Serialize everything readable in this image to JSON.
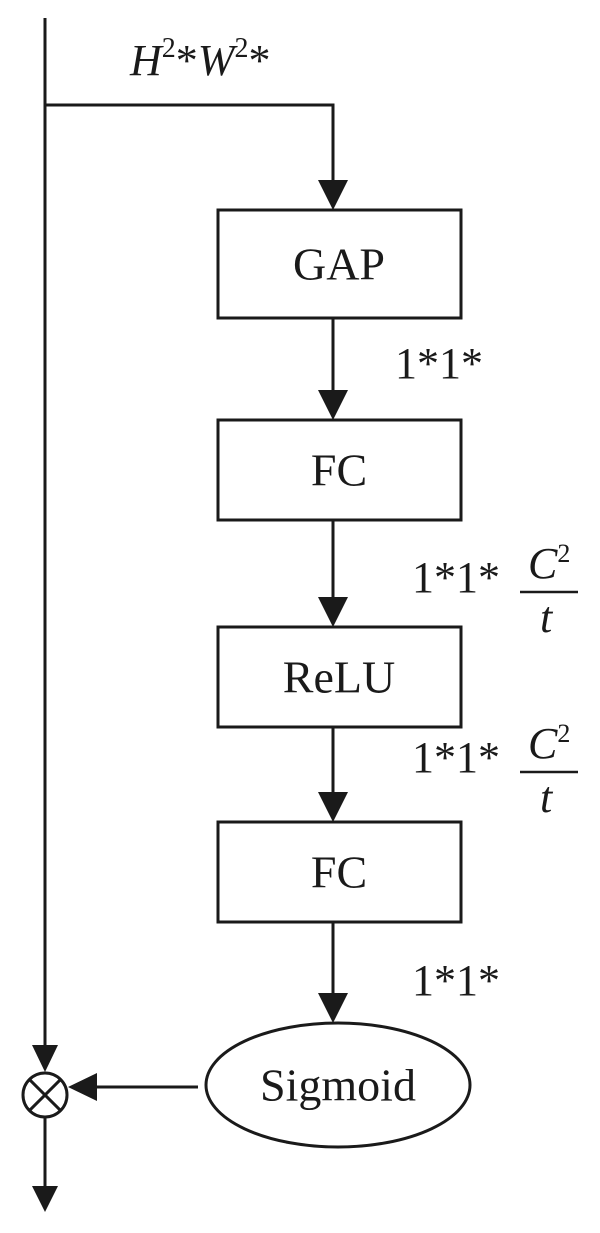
{
  "input_dims": {
    "h": "H",
    "h_exp": "2",
    "sep1": "*",
    "w": "W",
    "w_exp": "2",
    "sep2": "*"
  },
  "blocks": {
    "gap": "GAP",
    "fc1": "FC",
    "relu": "ReLU",
    "fc2": "FC",
    "sigmoid": "Sigmoid"
  },
  "dims": {
    "after_gap": "1*1*",
    "after_fc1": {
      "prefix": "1*1*",
      "num_base": "C",
      "num_exp": "2",
      "den": "t"
    },
    "after_relu": {
      "prefix": "1*1*",
      "num_base": "C",
      "num_exp": "2",
      "den": "t"
    },
    "after_fc2": "1*1*"
  },
  "operator_symbol": "⊗",
  "colors": {
    "stroke": "#1a1a1a",
    "background": "#ffffff"
  }
}
